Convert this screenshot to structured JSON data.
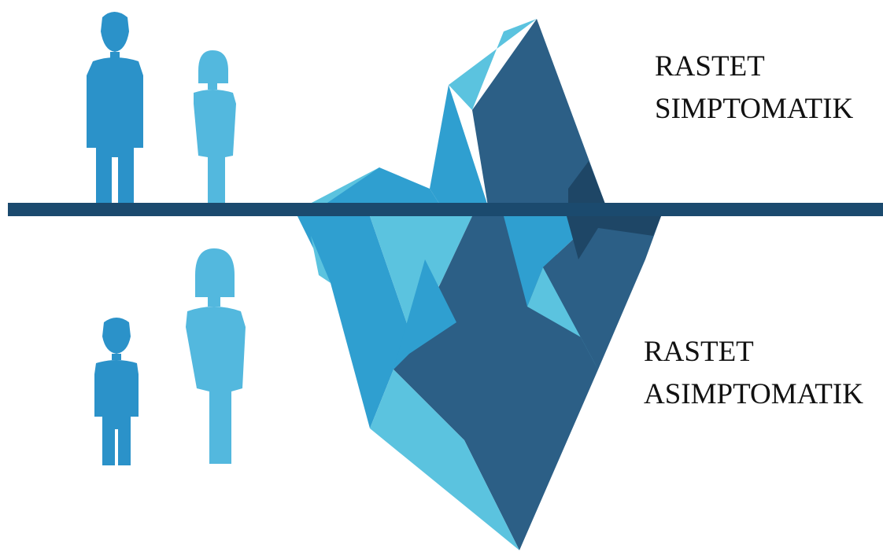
{
  "labels": {
    "symptomatic": {
      "line1": "RASTET",
      "line2": "SIMPTOMATIK"
    },
    "asymptomatic": {
      "line1": "RASTET",
      "line2": "ASIMPTOMATIK"
    }
  },
  "colors": {
    "background": "#ffffff",
    "waterline": "#1b4a6e",
    "ice_light": "#5bc3df",
    "ice_mid": "#2f9fd0",
    "ice_dark": "#2c5f86",
    "ice_darkest": "#1e4666",
    "person_dark": "#2b92c9",
    "person_light": "#53b8de",
    "text": "#111111"
  },
  "icons": {
    "man_above": "man-icon",
    "woman_above": "woman-icon",
    "boy_below": "boy-icon",
    "woman_below": "woman-icon",
    "iceberg": "iceberg-icon"
  }
}
